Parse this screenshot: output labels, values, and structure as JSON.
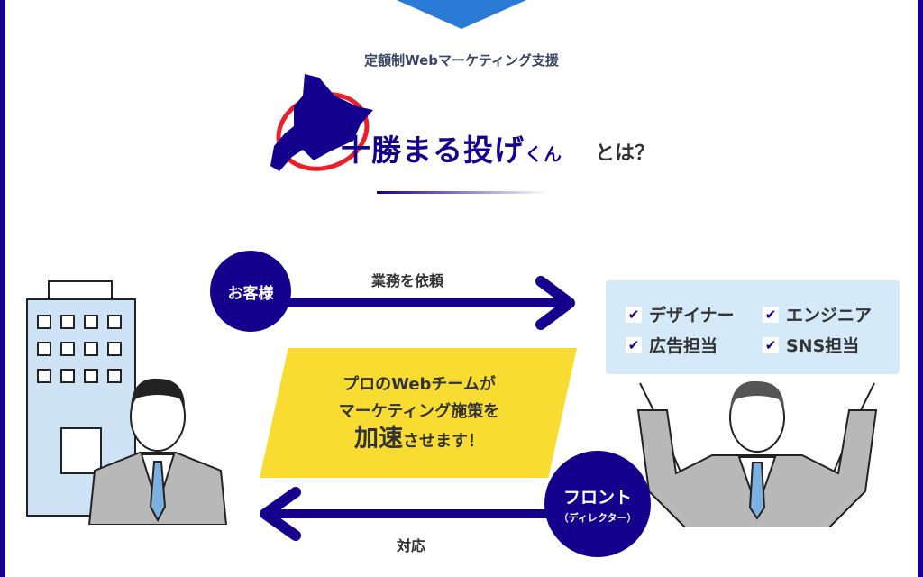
{
  "header": {
    "subtitle": "定額制Webマーケティング支援",
    "brand_main": "十勝まる投げ",
    "brand_suffix": "くん",
    "question": "とは？"
  },
  "flow": {
    "client": "お客様",
    "request": "業務を依頼",
    "front": "フロント",
    "front_sub": "（ディレクター）",
    "response": "対応",
    "team": [
      "デザイナー",
      "エンジニア",
      "広告担当",
      "SNS担当"
    ],
    "message": {
      "line1": "プロのWebチームが",
      "line2": "マーケティング施策を",
      "emph": "加速",
      "rest": "させます！"
    }
  },
  "colors": {
    "navy": "#14008c",
    "yellow": "#f9dc32",
    "light_blue": "#d4eaf8",
    "accent_blue": "#2a7bd6",
    "red": "#e8202a"
  }
}
